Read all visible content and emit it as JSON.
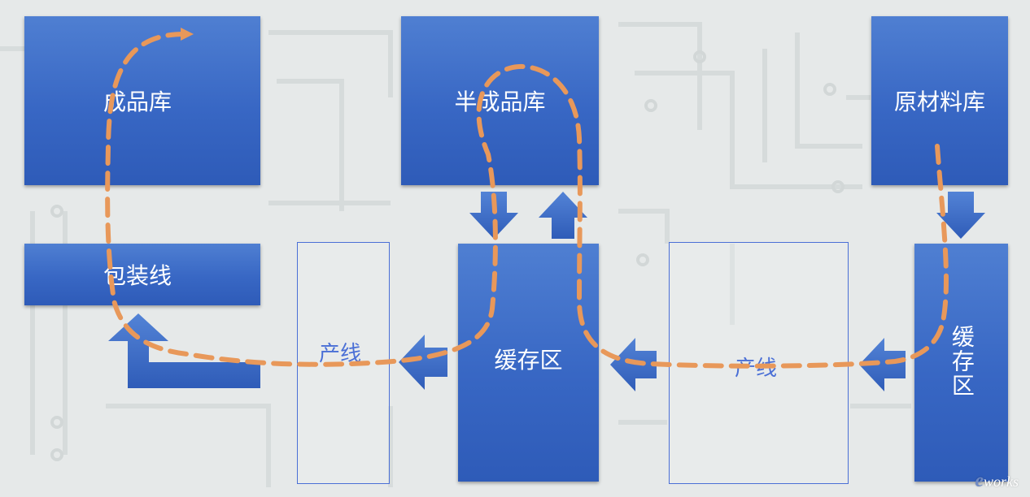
{
  "diagram": {
    "finished_goods": "成品库",
    "semi_finished": "半成品库",
    "raw_materials": "原材料库",
    "packing_line": "包装线",
    "buffer_center": "缓存区",
    "buffer_right": "缓存区",
    "line_left": "产线",
    "line_right": "产线"
  },
  "colors": {
    "box_blue": "#3a68c6",
    "flow_path": "#e8985a",
    "frame_blue": "#4a6fd6"
  },
  "logo": {
    "text": "works",
    "mark": "e"
  }
}
